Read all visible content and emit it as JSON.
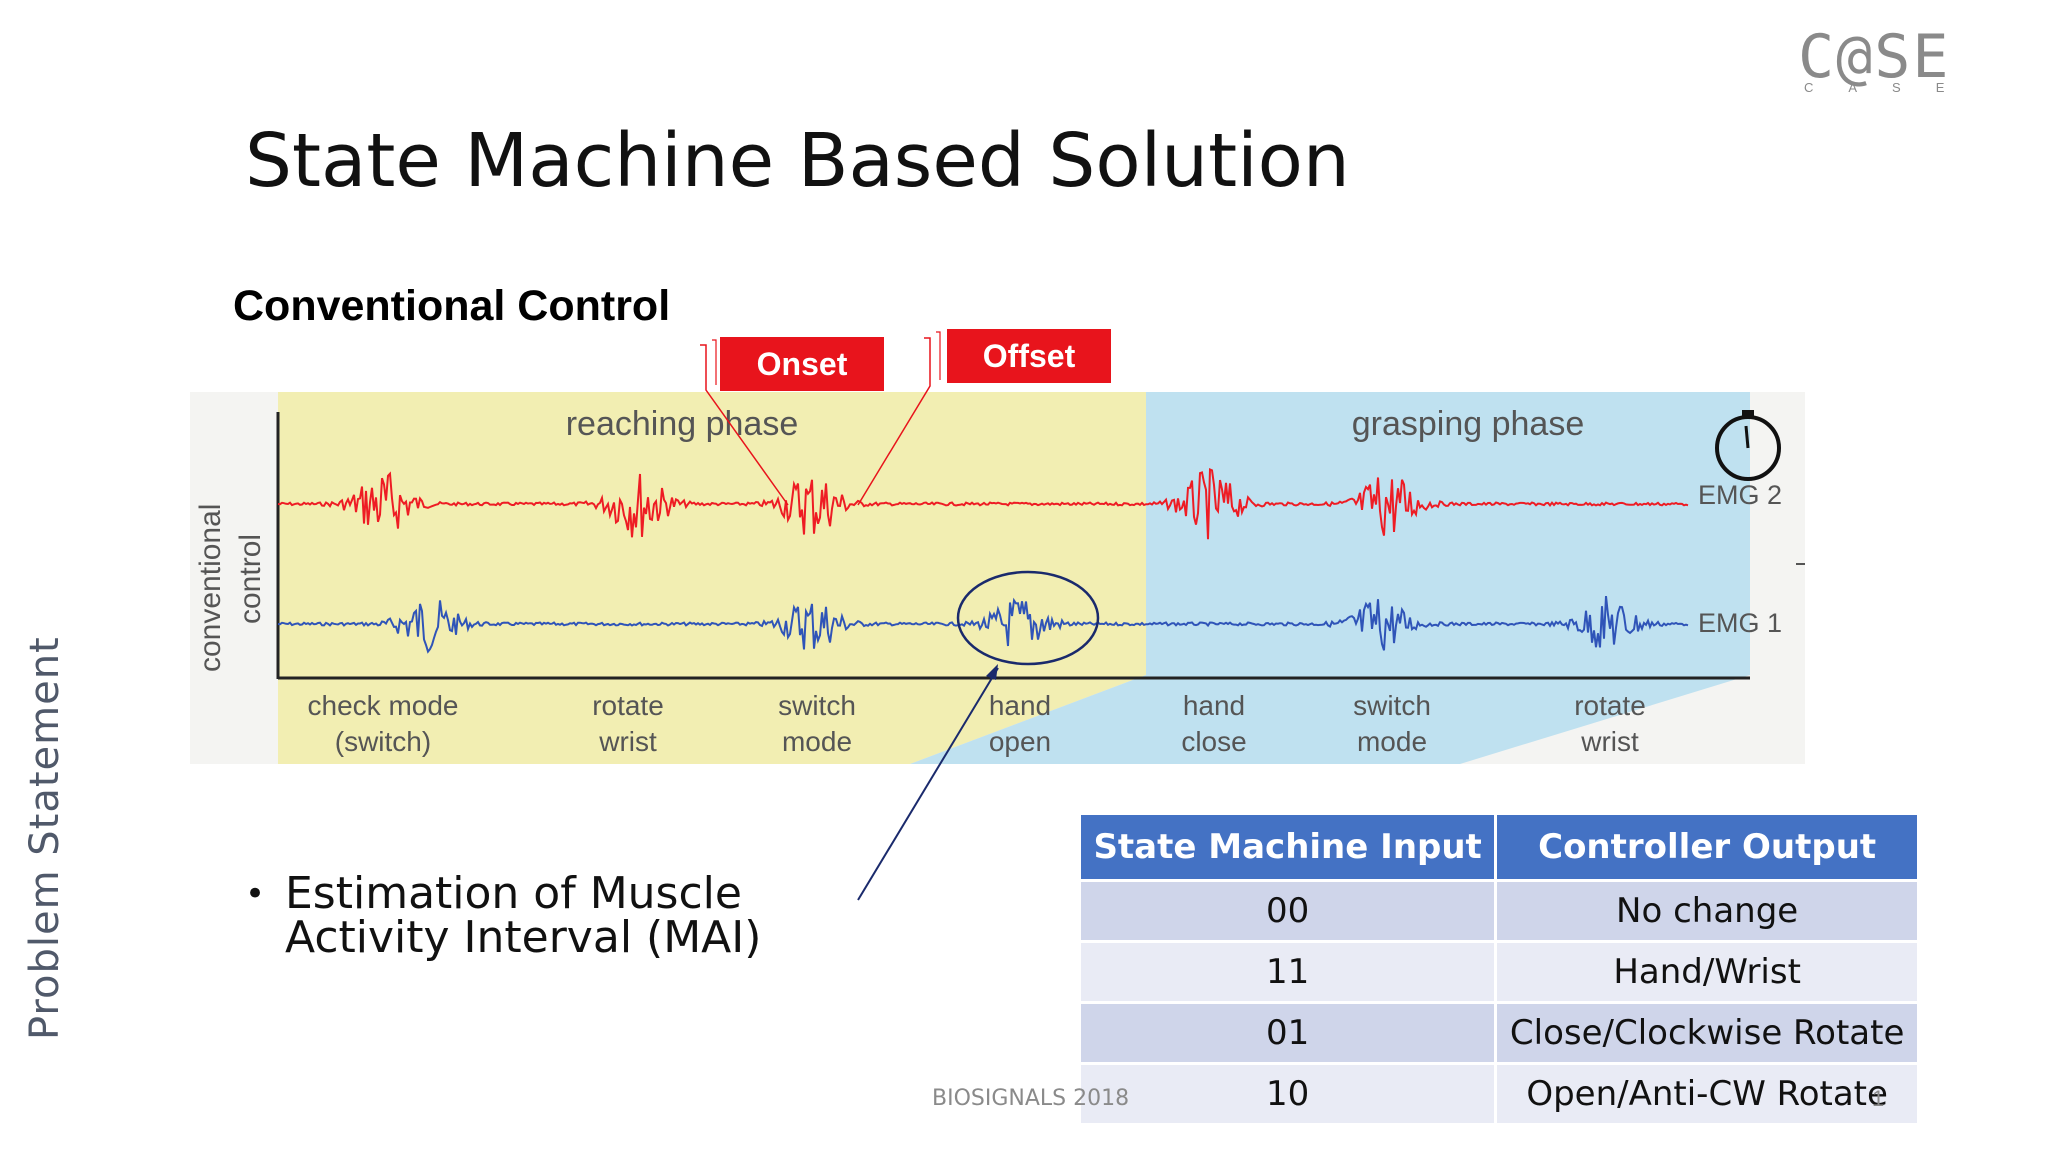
{
  "slide": {
    "title": "State Machine Based Solution",
    "side_label": "Problem Statement",
    "subtitle": "Conventional Control",
    "footer": "BIOSIGNALS 2018",
    "page_number": "1"
  },
  "logo": {
    "main": "C@SE",
    "sub": "CASE"
  },
  "tags": {
    "onset": "Onset",
    "offset": "Offset"
  },
  "figure": {
    "y_axis_label_line1": "conventional",
    "y_axis_label_line2": "control",
    "phase_left": "reaching phase",
    "phase_right": "grasping phase",
    "emg2_label": "EMG 2",
    "emg1_label": "EMG 1",
    "events": [
      {
        "line1": "check mode",
        "line2": "(switch)"
      },
      {
        "line1": "rotate",
        "line2": "wrist"
      },
      {
        "line1": "switch",
        "line2": "mode"
      },
      {
        "line1": "hand",
        "line2": "open"
      },
      {
        "line1": "hand",
        "line2": "close"
      },
      {
        "line1": "switch",
        "line2": "mode"
      },
      {
        "line1": "rotate",
        "line2": "wrist"
      }
    ],
    "colors": {
      "reaching_bg": "#f2eeb2",
      "grasping_bg": "#bfe1f0",
      "emg2": "#ee1c24",
      "emg1": "#2f54b8"
    }
  },
  "bullet": {
    "text": "Estimation of Muscle Activity Interval (MAI)"
  },
  "table": {
    "headers": [
      "State Machine Input",
      "Controller Output"
    ],
    "rows": [
      [
        "00",
        "No change"
      ],
      [
        "11",
        "Hand/Wrist"
      ],
      [
        "01",
        "Close/Clockwise Rotate"
      ],
      [
        "10",
        "Open/Anti-CW Rotate"
      ]
    ]
  }
}
